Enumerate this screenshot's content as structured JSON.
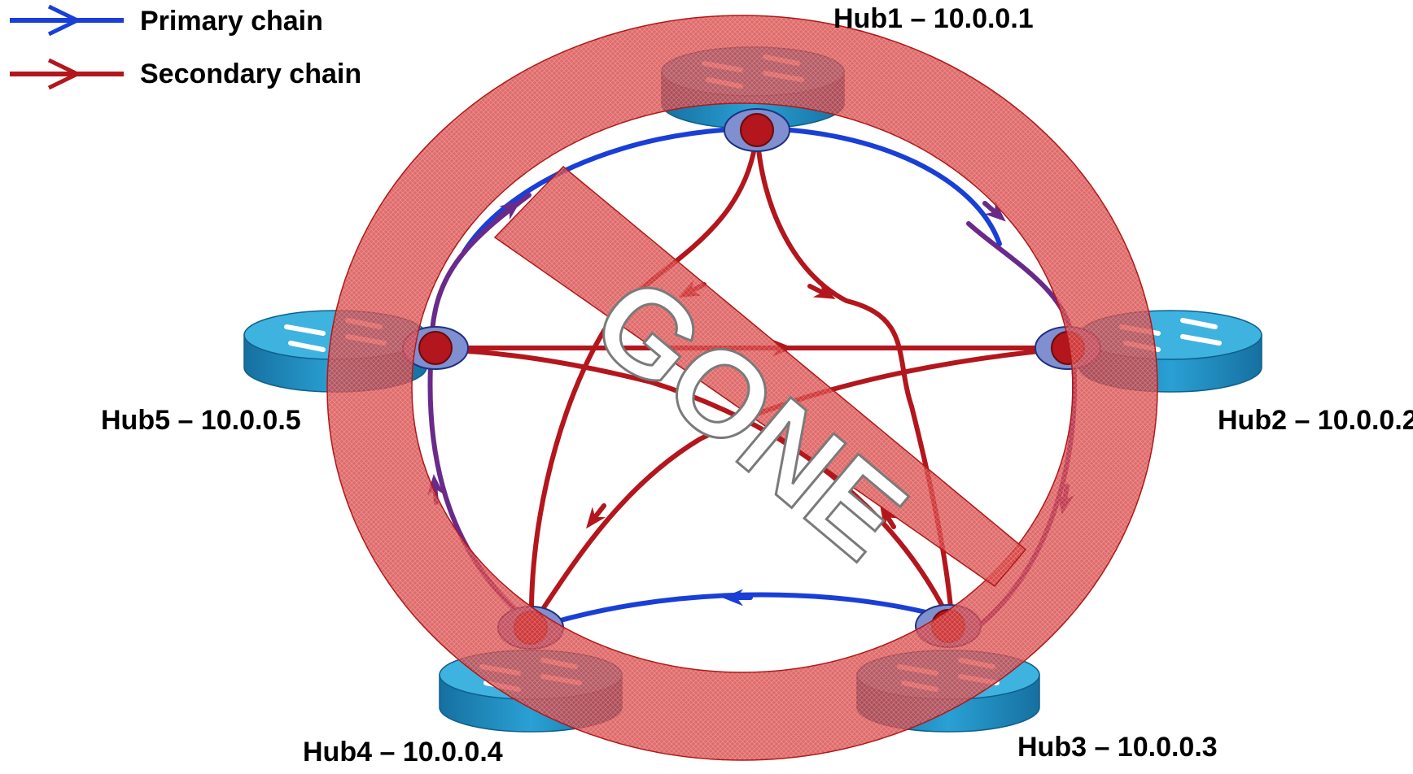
{
  "legend": {
    "primary": "Primary chain",
    "secondary": "Secondary chain"
  },
  "hubs": {
    "hub1": "Hub1 – 10.0.0.1",
    "hub2": "Hub2 – 10.0.0.2",
    "hub3": "Hub3 – 10.0.0.3",
    "hub4": "Hub4 – 10.0.0.4",
    "hub5": "Hub5 – 10.0.0.5"
  },
  "overlay": {
    "text": "GONE"
  },
  "colors": {
    "primary": "#1a3fd6",
    "secondary": "#b3161c",
    "overlay": "#d42a2a",
    "router_top": "#3fb3e0",
    "router_side": "#1b7fb0"
  }
}
